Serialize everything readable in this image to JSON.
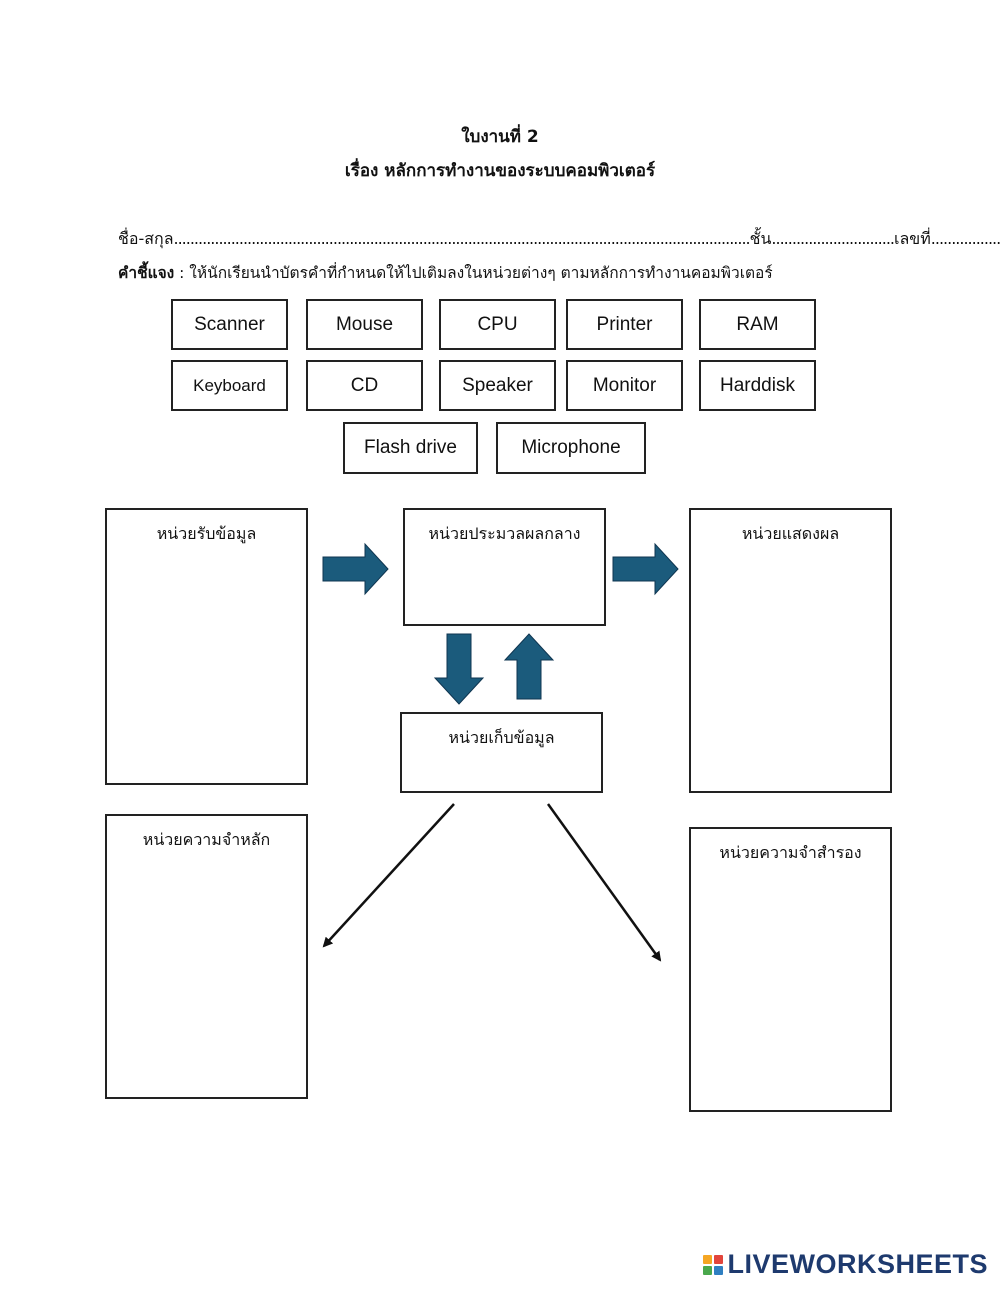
{
  "header": {
    "title": "ใบงานที่ 2",
    "subtitle": "เรื่อง หลักการทำงานของระบบคอมพิวเตอร์"
  },
  "form": {
    "name_label": "ชื่อ-สกุล",
    "class_label": "ชั้น",
    "number_label": "เลขที่",
    "instruction_bold": "คำชี้แจง",
    "instruction_text": " : ให้นักเรียนนำบัตรคำที่กำหนดให้ไปเติมลงในหน่วยต่างๆ ตามหลักการทำงานคอมพิวเตอร์"
  },
  "cards": [
    "Scanner",
    "Mouse",
    "CPU",
    "Printer",
    "RAM",
    "Keyboard",
    "CD",
    "Speaker",
    "Monitor",
    "Harddisk",
    "Flash drive",
    "Microphone"
  ],
  "units": {
    "input": "หน่วยรับข้อมูล",
    "cpu": "หน่วยประมวลผลกลาง",
    "output": "หน่วยแสดงผล",
    "storage": "หน่วยเก็บข้อมูล",
    "primary": "หน่วยความจำหลัก",
    "secondary": "หน่วยความจำสำรอง"
  },
  "colors": {
    "arrow_fill": "#1b5b7c",
    "arrow_stroke": "#0f3550",
    "logo_text": "#1e3a6e",
    "logo_tiles": [
      "#f5a623",
      "#e2453c",
      "#4aa84c",
      "#2f7fc1"
    ]
  },
  "footer": {
    "logo_text": "LIVEWORKSHEETS"
  }
}
